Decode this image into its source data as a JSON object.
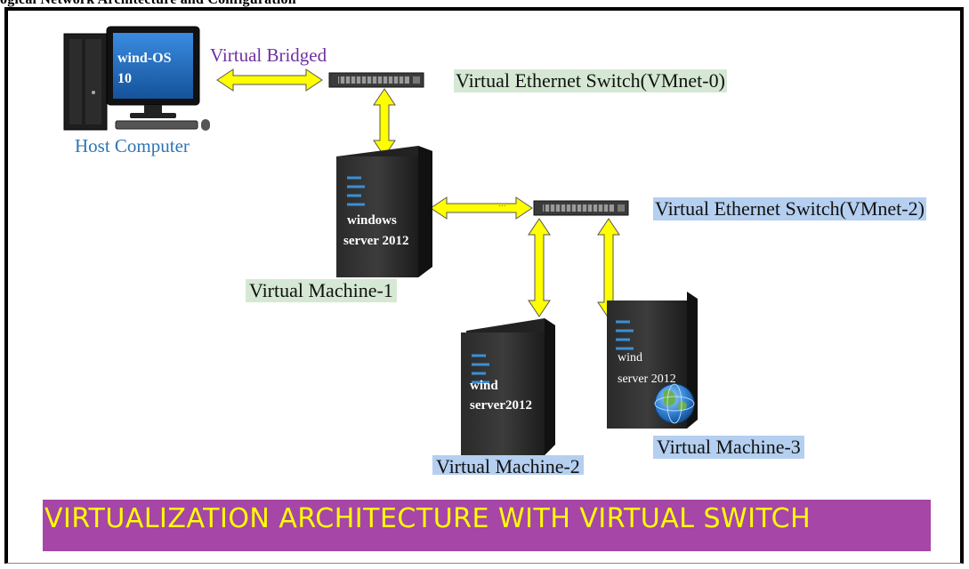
{
  "caption": "ogical Network Architecture and Configuration",
  "colors": {
    "arrow": "#ffff00",
    "arrow_stroke": "#555555",
    "title_band": "#a646a6",
    "title_text": "#ffff00",
    "label_green_bg": "#d5e8d4",
    "label_blue_bg": "#b4cff0",
    "host_label": "#2e75b6",
    "bridged_label": "#7030a0",
    "monitor_screen": "#2171c7"
  },
  "host": {
    "screen_line1": "wind-OS",
    "screen_line2": "10",
    "label": "Host Computer"
  },
  "links": {
    "bridged_label": "Virtual Bridged"
  },
  "switches": {
    "vmnet0": "Virtual Ethernet Switch(VMnet-0)",
    "vmnet2": "Virtual Ethernet Switch(VMnet-2)"
  },
  "vm1": {
    "line1": "windows",
    "line2": "server 2012",
    "label": "Virtual Machine-1"
  },
  "vm2": {
    "line1": "wind",
    "line2": "server2012",
    "label": "Virtual Machine-2"
  },
  "vm3": {
    "line1": "wind",
    "line2": "server 2012",
    "label": "Virtual Machine-3"
  },
  "banner": "VIRTUALIZATION ARCHITECTURE WITH VIRTUAL SWITCH"
}
